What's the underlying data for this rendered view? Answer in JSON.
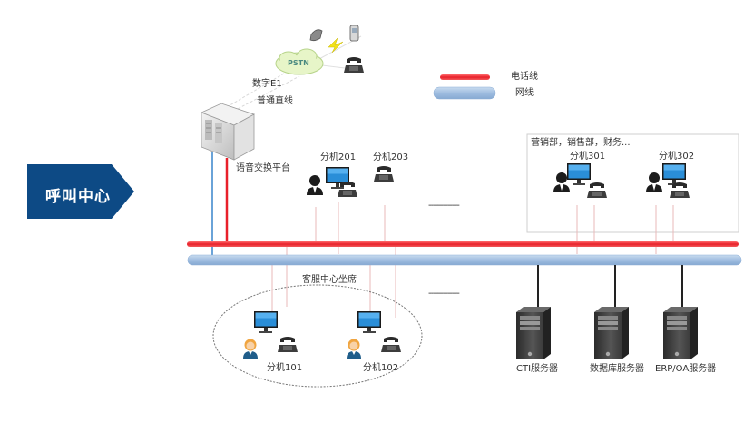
{
  "title_badge": {
    "label": "呼叫中心",
    "color": "#0d4a85"
  },
  "legend": {
    "items": [
      {
        "label": "电话线",
        "color": "#e8303a"
      },
      {
        "label": "网线",
        "color": "#a8c4e0"
      }
    ]
  },
  "pstn": {
    "cloud_label": "PSTN",
    "link_labels": [
      "数字E1",
      "普通直线"
    ]
  },
  "switch": {
    "label": "语音交换平台"
  },
  "top_extensions": [
    {
      "label": "分机201",
      "type": "agent-pc-phone"
    },
    {
      "label": "分机203",
      "type": "phone"
    }
  ],
  "top_ellipsis": "-------------",
  "department_box": {
    "title": "营销部，销售部，财务...",
    "extensions": [
      {
        "label": "分机301"
      },
      {
        "label": "分机302"
      }
    ]
  },
  "service_center": {
    "title": "客服中心坐席",
    "extensions": [
      {
        "label": "分机101"
      },
      {
        "label": "分机102"
      }
    ]
  },
  "bottom_ellipsis": "-------------",
  "servers": [
    {
      "label": "CTI服务器"
    },
    {
      "label": "数据库服务器"
    },
    {
      "label": "ERP/OA服务器"
    }
  ],
  "colors": {
    "phone_line": "#e8303a",
    "network_line": "#a8c4e0",
    "badge": "#0d4a85",
    "monitor": "#2a8ed8"
  }
}
